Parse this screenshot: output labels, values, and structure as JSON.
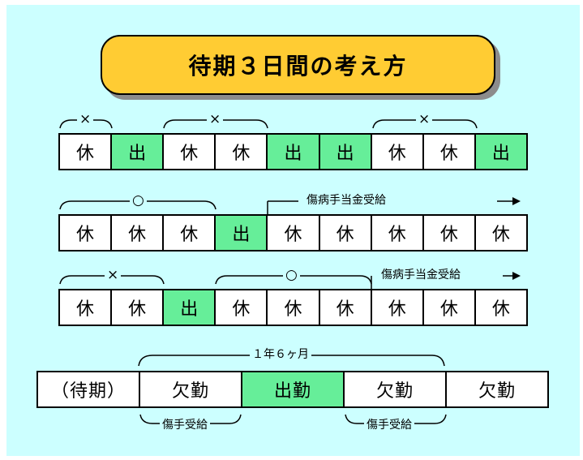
{
  "title": "待期３日間の考え方",
  "cell_rest": "休",
  "cell_work": "出",
  "rows": [
    {
      "cells": [
        "休",
        "出",
        "休",
        "休",
        "出",
        "出",
        "休",
        "休",
        "出"
      ],
      "marks": [
        "×",
        "×",
        "×"
      ]
    },
    {
      "cells": [
        "休",
        "休",
        "休",
        "出",
        "休",
        "休",
        "休",
        "休",
        "休"
      ],
      "marks": [
        "○"
      ],
      "benefit_label": "傷病手当金受給"
    },
    {
      "cells": [
        "休",
        "休",
        "出",
        "休",
        "休",
        "休",
        "休",
        "休",
        "休"
      ],
      "marks": [
        "×",
        "○"
      ],
      "benefit_label": "傷病手当金受給"
    }
  ],
  "period_label": "１年６ヶ月",
  "bottom_cells": [
    "（待期）",
    "欠勤",
    "出勤",
    "欠勤",
    "欠勤"
  ],
  "bottom_sub_label": "傷手受給"
}
